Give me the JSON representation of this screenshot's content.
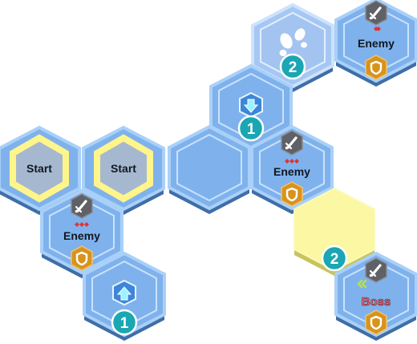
{
  "board": {
    "tiles": [
      {
        "id": "start-left",
        "kind": "start",
        "label": "Start"
      },
      {
        "id": "start-right",
        "kind": "start",
        "label": "Start"
      },
      {
        "id": "enemy-left",
        "kind": "enemy",
        "label": "Enemy",
        "difficulty_pips": 3
      },
      {
        "id": "stairs-up",
        "kind": "stairs-up",
        "badge": "1"
      },
      {
        "id": "empty-center",
        "kind": "empty"
      },
      {
        "id": "stairs-down",
        "kind": "stairs-down",
        "badge": "1"
      },
      {
        "id": "footsteps",
        "kind": "footsteps",
        "badge": "2"
      },
      {
        "id": "enemy-center",
        "kind": "enemy",
        "label": "Enemy",
        "difficulty_pips": 3
      },
      {
        "id": "enemy-top-right",
        "kind": "enemy",
        "label": "Enemy",
        "difficulty_pips": 2
      },
      {
        "id": "selected-tile",
        "kind": "selected",
        "badge": "2"
      },
      {
        "id": "boss",
        "kind": "boss",
        "label": "Boss",
        "boss_marker": "chevrons"
      }
    ],
    "colors": {
      "tile_blue": "#7fb2ec",
      "tile_border": "#a9d0f8",
      "tile_side": "#3f6ea8",
      "start_ring": "#fff58a",
      "selected_yellow": "#fbf7a2",
      "badge_teal": "#1aa6b2",
      "shield_gold": "#d8931d",
      "enemy_pip": "#e03333",
      "boss_text": "#f06b79",
      "boss_chevron": "#b6e14a"
    }
  }
}
